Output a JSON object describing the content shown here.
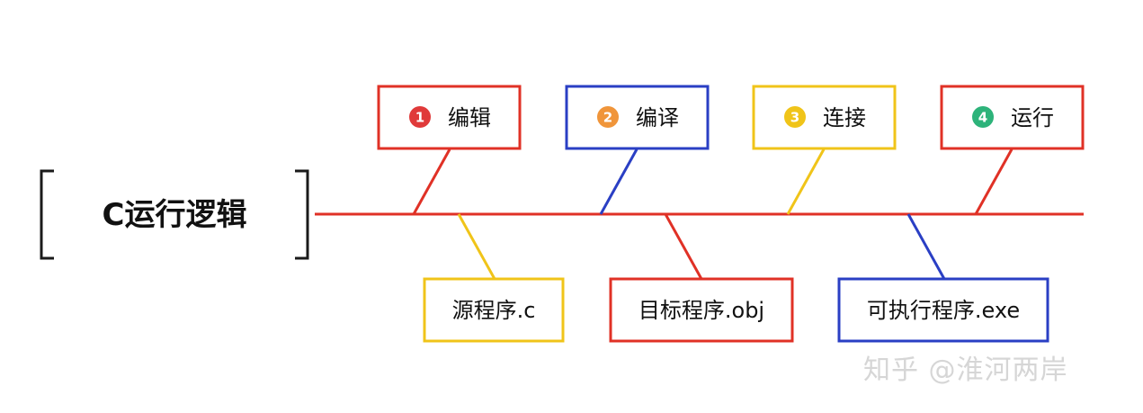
{
  "title": "C运行逻辑",
  "colors": {
    "red": "#e03126",
    "blue": "#2a3fc4",
    "yellow": "#f0c419",
    "orange": "#f0953a",
    "green": "#2db37a",
    "bracket": "#1a1a1a",
    "watermark": "#d6d6d6"
  },
  "steps": [
    {
      "num": "1",
      "label": "编辑",
      "box_color": "#e03126",
      "badge_color": "#e03a3a"
    },
    {
      "num": "2",
      "label": "编译",
      "box_color": "#2a3fc4",
      "badge_color": "#f0953a"
    },
    {
      "num": "3",
      "label": "连接",
      "box_color": "#f0c419",
      "badge_color": "#f0c419"
    },
    {
      "num": "4",
      "label": "运行",
      "box_color": "#e03126",
      "badge_color": "#2db37a"
    }
  ],
  "outputs": [
    {
      "label": "源程序.c",
      "box_color": "#f0c419"
    },
    {
      "label": "目标程序.obj",
      "box_color": "#e03126"
    },
    {
      "label": "可执行程序.exe",
      "box_color": "#2a3fc4"
    }
  ],
  "watermark": "知乎 @淮河两岸"
}
